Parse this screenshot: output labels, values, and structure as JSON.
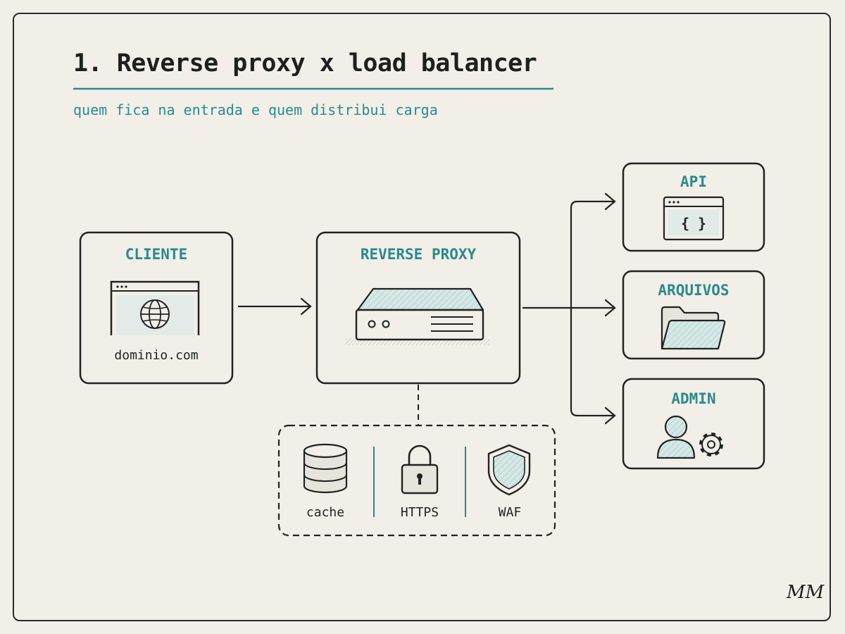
{
  "title": "1. Reverse proxy x load balancer",
  "subtitle": "quem fica na entrada e quem distribui carga",
  "client": {
    "label": "CLIENTE",
    "domain": "dominio.com"
  },
  "proxy": {
    "label": "REVERSE PROXY"
  },
  "features": [
    {
      "label": "cache",
      "icon": "database-icon"
    },
    {
      "label": "HTTPS",
      "icon": "lock-icon"
    },
    {
      "label": "WAF",
      "icon": "shield-icon"
    }
  ],
  "targets": [
    {
      "label": "API",
      "icon": "code-window-icon"
    },
    {
      "label": "ARQUIVOS",
      "icon": "folder-icon"
    },
    {
      "label": "ADMIN",
      "icon": "user-gear-icon"
    }
  ],
  "signature": "MM",
  "colors": {
    "accent": "#2a8a8c",
    "ink": "#222222",
    "fill": "#cfe3e2",
    "paper": "#f1efe8"
  }
}
